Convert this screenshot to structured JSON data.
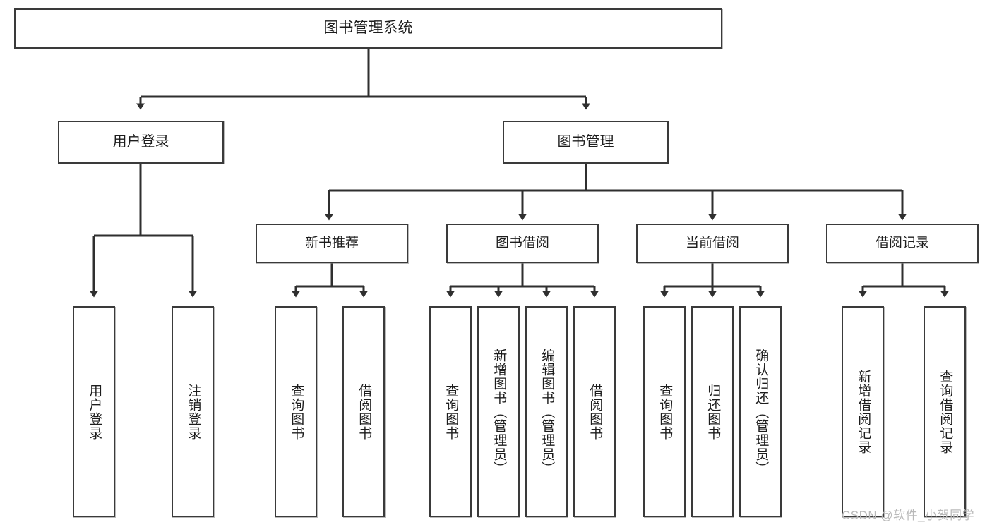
{
  "diagram": {
    "title": "图书管理系统",
    "type": "tree-hierarchy-flowchart",
    "root": {
      "label": "图书管理系统"
    },
    "level2": [
      {
        "label": "用户登录"
      },
      {
        "label": "图书管理"
      }
    ],
    "level3": [
      {
        "label": "新书推荐"
      },
      {
        "label": "图书借阅"
      },
      {
        "label": "当前借阅"
      },
      {
        "label": "借阅记录"
      }
    ],
    "leaves": {
      "user_login": [
        {
          "label": "用户登录"
        },
        {
          "label": "注销登录"
        }
      ],
      "new_book_recommend": [
        {
          "label": "查询图书"
        },
        {
          "label": "借阅图书"
        }
      ],
      "book_borrow": [
        {
          "label": "查询图书"
        },
        {
          "label": "新增图书（管理员）"
        },
        {
          "label": "编辑图书（管理员）"
        },
        {
          "label": "借阅图书"
        }
      ],
      "current_borrow": [
        {
          "label": "查询图书"
        },
        {
          "label": "归还图书"
        },
        {
          "label": "确认归还（管理员）"
        }
      ],
      "borrow_record": [
        {
          "label": "新增借阅记录"
        },
        {
          "label": "查询借阅记录"
        }
      ]
    }
  },
  "watermark": {
    "text": "CSDN @软件_小贺同学"
  },
  "colors": {
    "box_border": "#3a3a3a",
    "box_fill": "#ffffff",
    "connector": "#2f2f2f",
    "text": "#1d1d1d",
    "watermark": "#b9b9b9"
  }
}
